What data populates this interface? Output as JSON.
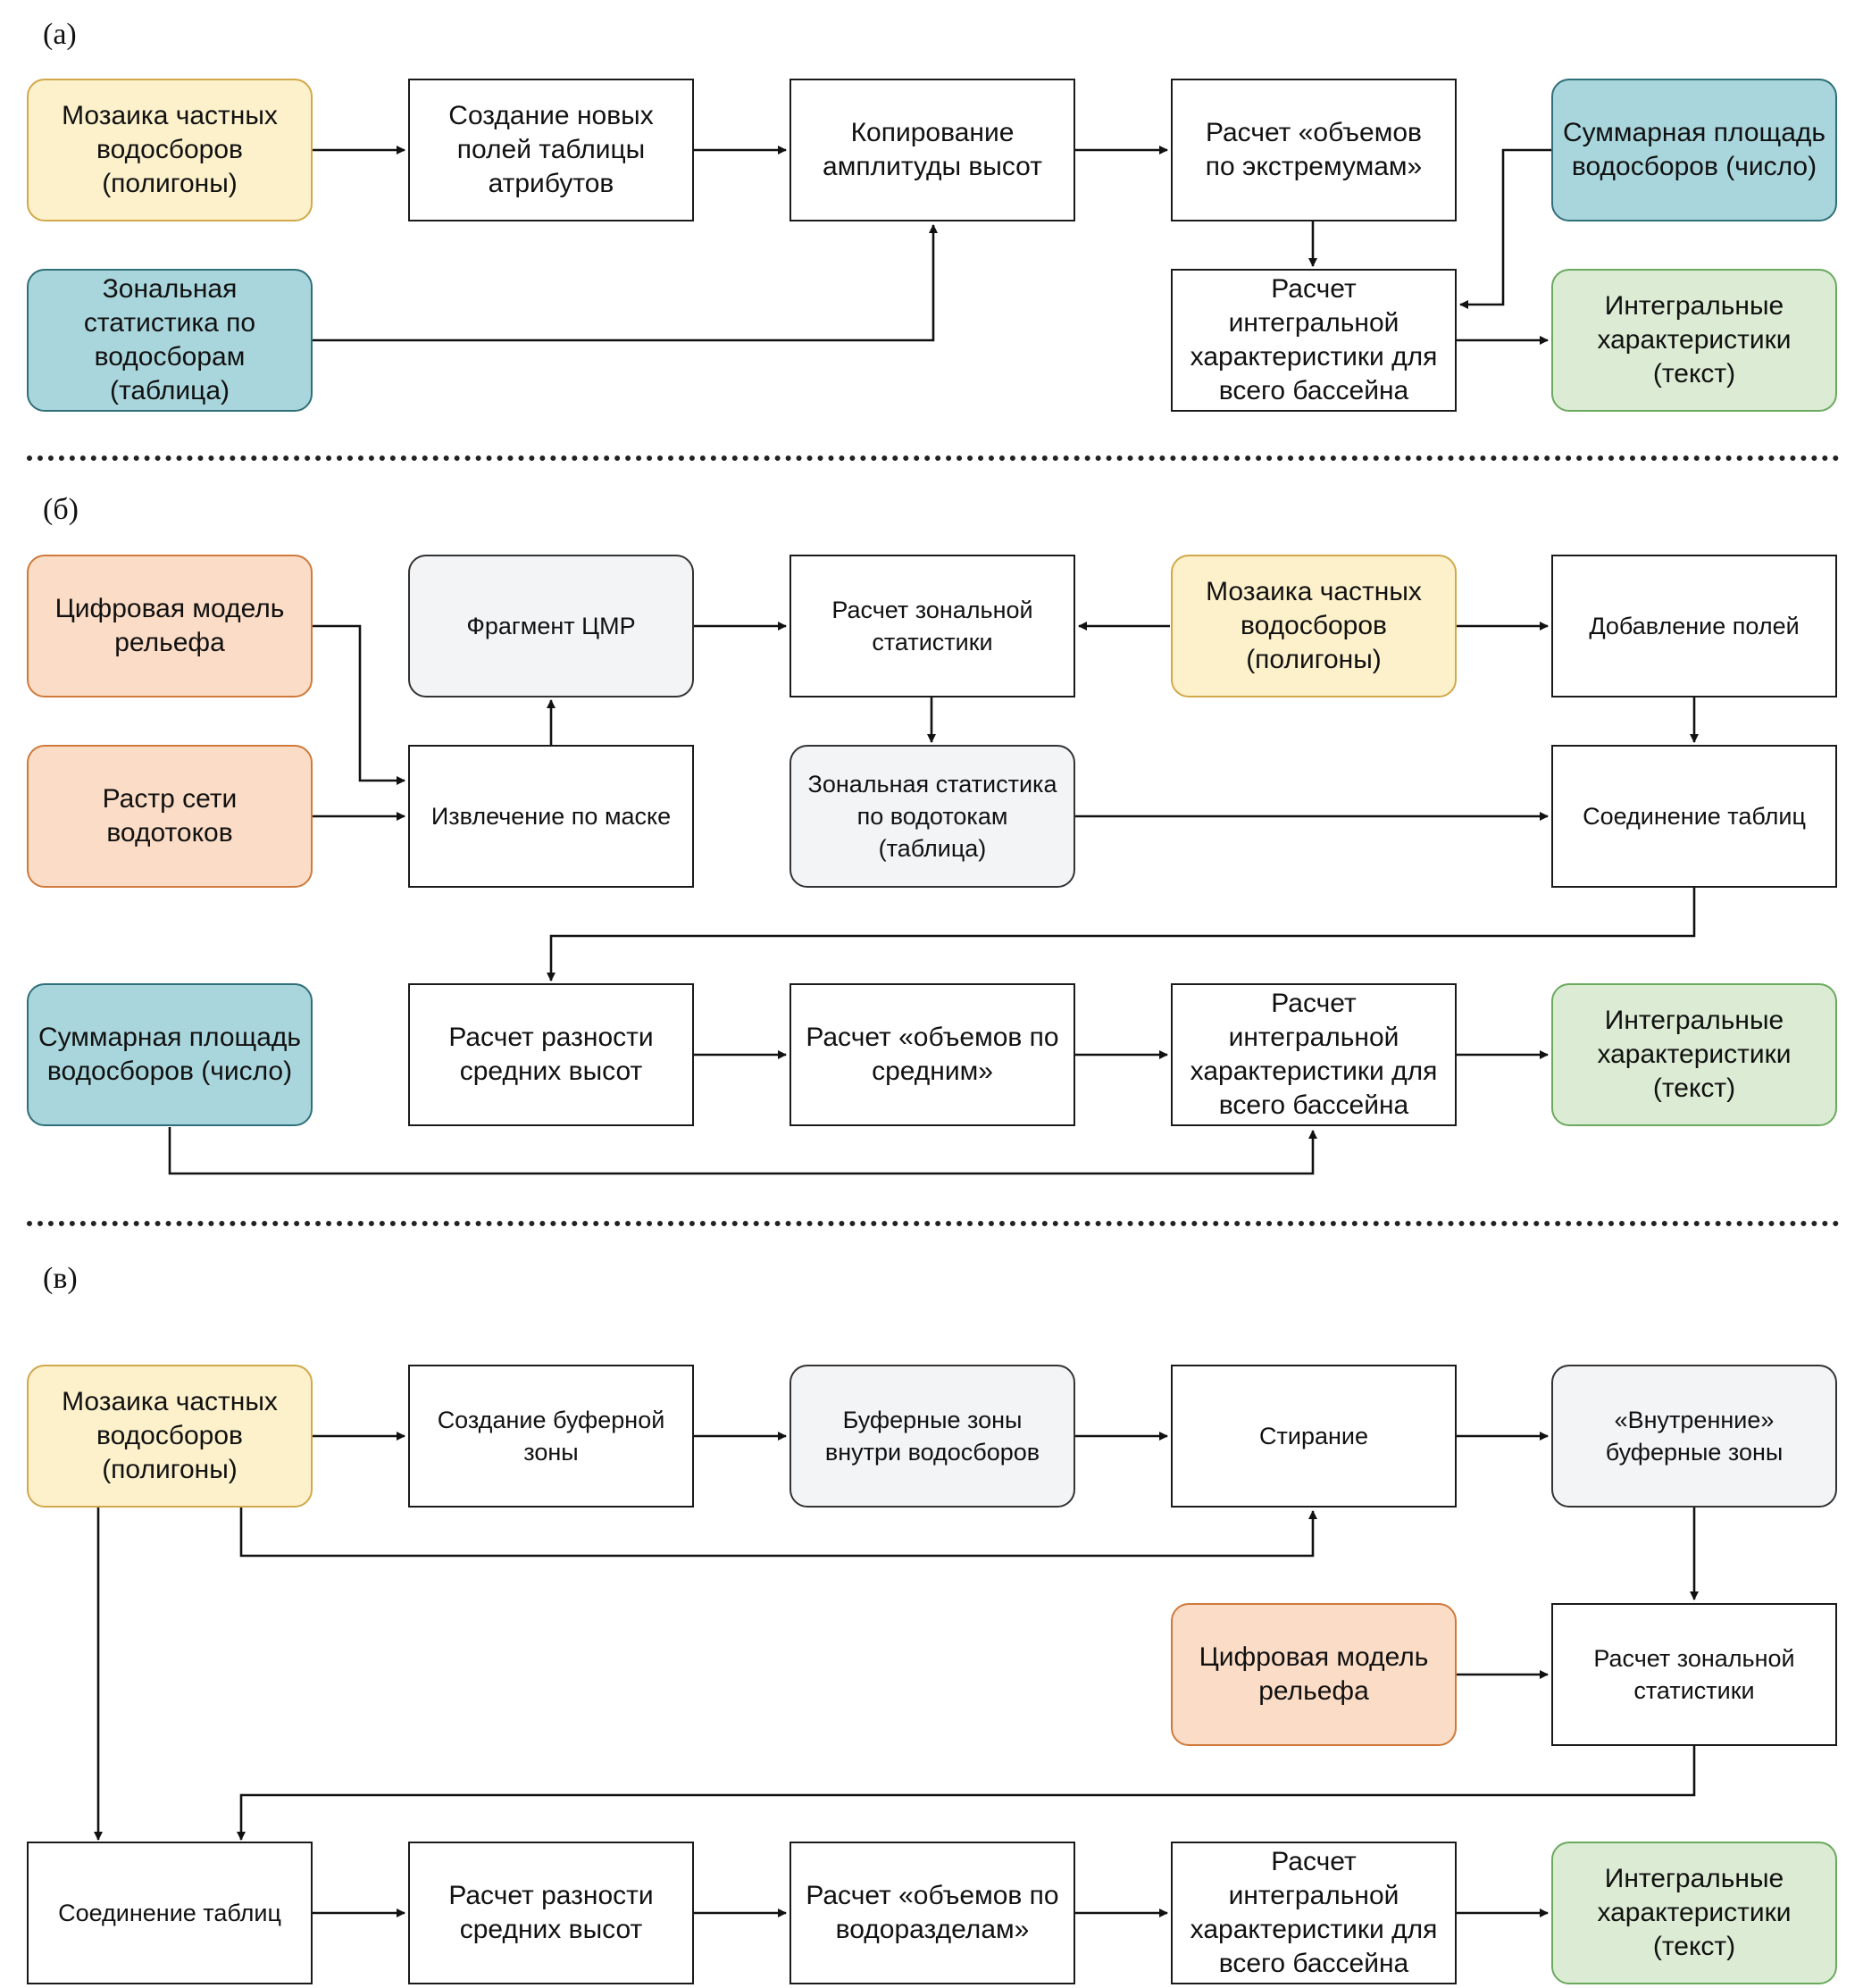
{
  "panels": [
    {
      "label": "(а)",
      "nodes": {
        "mosaic": "Мозаика частных\nводосборов\n(полигоны)",
        "create_fields": "Создание новых\nполей таблицы\nатрибутов",
        "copy_amp": "Копирование\nамплитуды высот",
        "calc_vol_ext": "Расчет «объемов\nпо экстремумам»",
        "sum_area": "Суммарная площадь\nводосборов (число)",
        "zonal_stat": "Зональная\nстатистика по\nводосборам\n(таблица)",
        "calc_integral": "Расчет\nинтегральной\nхарактеристики для\nвсего бассейна",
        "integral_out": "Интегральные\nхарактеристики\n(текст)"
      }
    },
    {
      "label": "(б)",
      "nodes": {
        "dem": "Цифровая модель\nрельефа",
        "dem_fragment": "Фрагмент ЦМР",
        "calc_zonal": "Расчет зональной\nстатистики",
        "mosaic": "Мозаика частных\nводосборов\n(полигоны)",
        "add_fields": "Добавление полей",
        "stream_raster": "Растр сети\nводотоков",
        "extract_mask": "Извлечение по маске",
        "zonal_streams": "Зональная статистика\nпо водотокам\n(таблица)",
        "join_tables": "Соединение таблиц",
        "sum_area": "Суммарная площадь\nводосборов (число)",
        "calc_diff": "Расчет разности\nсредних высот",
        "calc_vol_mean": "Расчет «объемов по\nсредним»",
        "calc_integral": "Расчет\nинтегральной\nхарактеристики для\nвсего бассейна",
        "integral_out": "Интегральные\nхарактеристики\n(текст)"
      }
    },
    {
      "label": "(в)",
      "nodes": {
        "mosaic": "Мозаика частных\nводосборов\n(полигоны)",
        "create_buffer": "Создание буферной\nзоны",
        "buffer_zones": "Буферные зоны\nвнутри водосборов",
        "erase": "Стирание",
        "inner_buffers": "«Внутренние»\nбуферные зоны",
        "dem": "Цифровая модель\nрельефа",
        "calc_zonal": "Расчет зональной\nстатистики",
        "join_tables": "Соединение таблиц",
        "calc_diff": "Расчет разности\nсредних высот",
        "calc_vol_div": "Расчет «объемов по\nводоразделам»",
        "calc_integral": "Расчет\nинтегральной\nхарактеристики для\nвсего бассейна",
        "integral_out": "Интегральные\nхарактеристики\n(текст)"
      }
    }
  ],
  "colors": {
    "input_polygons": "#fdf1cc",
    "input_numeric": "#a9d6dc",
    "output_text": "#dcebd3",
    "input_raster": "#fbdcc6",
    "intermediate": "#f3f4f6",
    "process": "#ffffff"
  }
}
